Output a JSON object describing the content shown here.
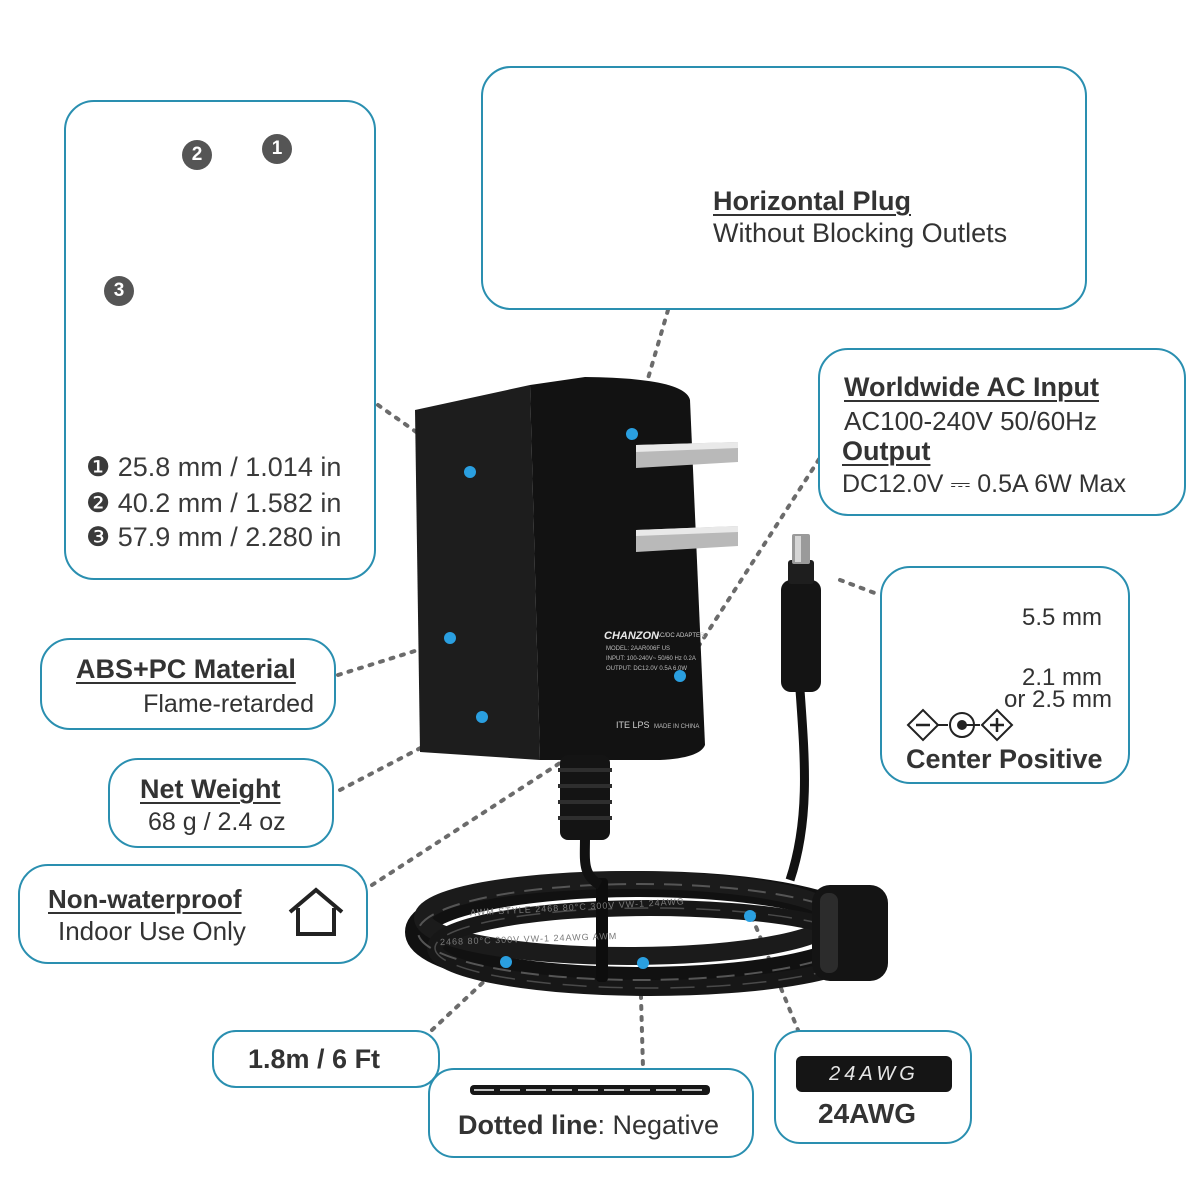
{
  "dimensions": {
    "items": [
      {
        "marker": "❶",
        "text": "25.8 mm / 1.014 in"
      },
      {
        "marker": "❷",
        "text": "40.2 mm / 1.582 in"
      },
      {
        "marker": "❸",
        "text": "57.9 mm / 2.280 in"
      }
    ],
    "labels": [
      "1",
      "2",
      "3"
    ]
  },
  "plug": {
    "title": "Horizontal Plug",
    "subtitle": "Without Blocking Outlets"
  },
  "power": {
    "input_title": "Worldwide AC Input",
    "input_value": "AC100-240V 50/60Hz",
    "output_title": "Output",
    "output_value": "DC12.0V ⎓ 0.5A 6W Max"
  },
  "connector": {
    "outer": "5.5 mm",
    "inner_1": "2.1 mm",
    "inner_2": "or 2.5 mm",
    "polarity": "Center Positive"
  },
  "material": {
    "title": "ABS+PC Material",
    "subtitle": "Flame-retarded"
  },
  "weight": {
    "title": "Net Weight",
    "value": "68 g / 2.4 oz"
  },
  "waterproof": {
    "title": "Non-waterproof",
    "subtitle": "Indoor Use Only"
  },
  "cable_length": {
    "value": "1.8m / 6 Ft"
  },
  "polarity_line": {
    "bold": "Dotted line",
    "rest": ": Negative"
  },
  "gauge": {
    "label": "24AWG",
    "print": "24AWG"
  },
  "adapter_label": {
    "brand": "CHANZON",
    "type": "AC/DC ADAPTER",
    "model": "MODEL: 2AAR006F  US",
    "input": "INPUT: 100-240V~ 50/60 Hz  0.2A",
    "output": "OUTPUT: DC12.0V  0.5A 6.0W",
    "ite": "ITE LPS",
    "made": "MADE IN CHINA"
  },
  "cable_print": [
    "AWM STYLE 2468 80°C 300V VW-1 24AWG",
    "2468 80°C 300V VW-1 24AWG AWM"
  ],
  "colors": {
    "accent": "#2a8fb0",
    "dot": "#2a9fe0",
    "body": "#141414"
  }
}
